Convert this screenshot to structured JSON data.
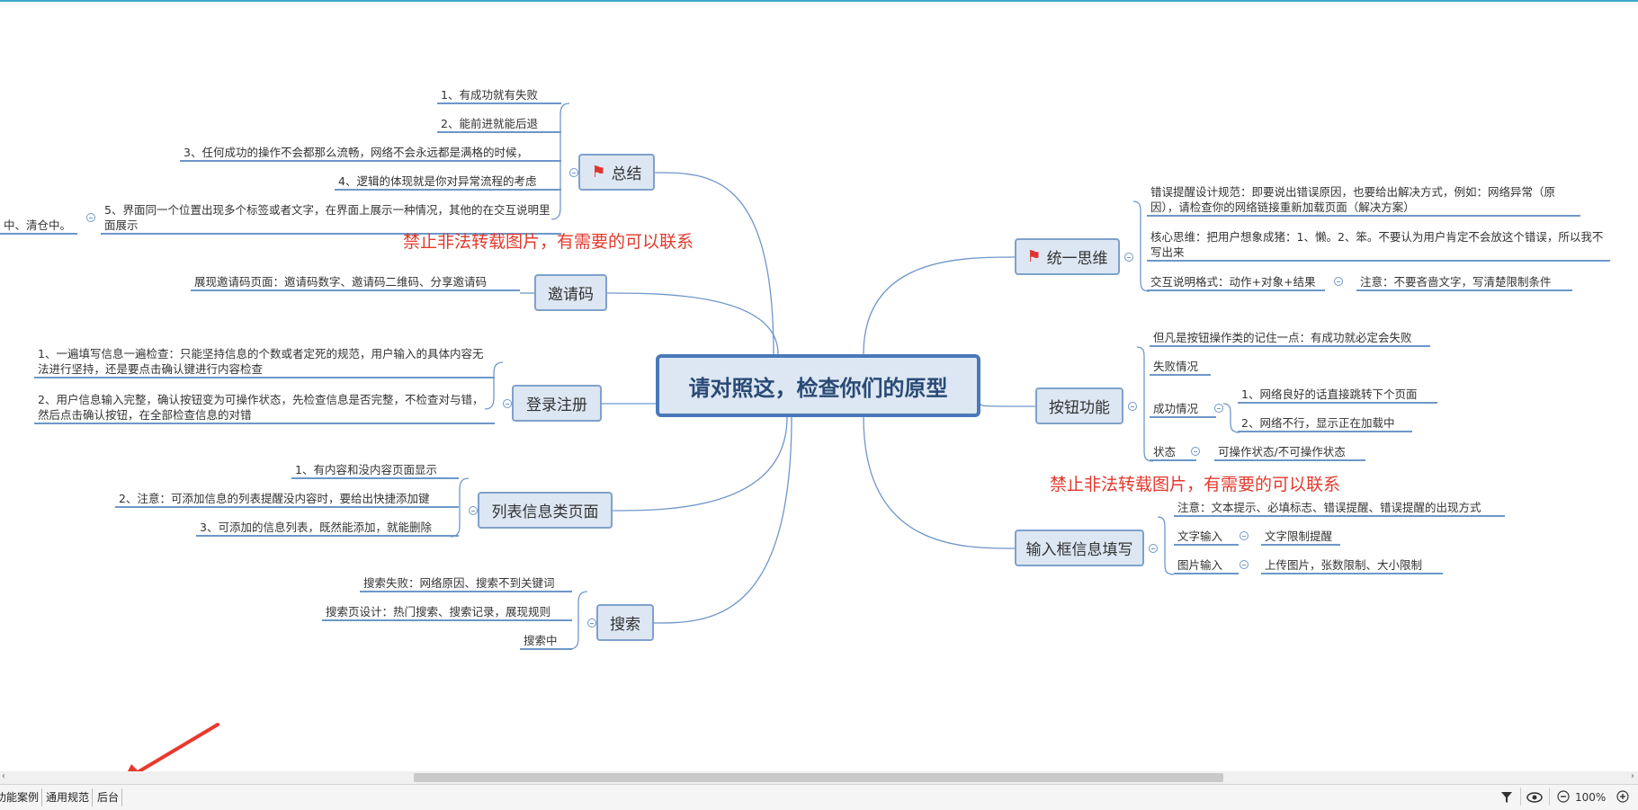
{
  "root": "请对照这，检查你们的原型",
  "watermark": "禁止非法转载图片，有需要的可以联系",
  "left": {
    "summary": {
      "label": "总结",
      "items": [
        "1、有成功就有失败",
        "2、能前进就能后退",
        "3、任何成功的操作不会都那么流畅，网络不会永远都是满格的时候，",
        "4、逻辑的体现就是你对异常流程的考虑",
        "5、界面同一个位置出现多个标签或者文字，在界面上展示一种情况，其他的在交互说明里面展示"
      ],
      "clipped_text": "中、清仓中。"
    },
    "invite": {
      "label": "邀请码",
      "items": [
        "展现邀请码页面：邀请码数字、邀请码二维码、分享邀请码"
      ]
    },
    "login": {
      "label": "登录注册",
      "items": [
        "1、一遍填写信息一遍检查：只能坚持信息的个数或者定死的规范，用户输入的具体内容无法进行坚持，还是要点击确认键进行内容检查",
        "2、用户信息输入完整，确认按钮变为可操作状态，先检查信息是否完整，不检查对与错，然后点击确认按钮，在全部检查信息的对错"
      ]
    },
    "list": {
      "label": "列表信息类页面",
      "items": [
        "1、有内容和没内容页面显示",
        "2、注意：可添加信息的列表提醒没内容时，要给出快捷添加键",
        "3、可添加的信息列表，既然能添加，就能删除"
      ]
    },
    "search": {
      "label": "搜索",
      "items": [
        "搜索失败：网络原因、搜索不到关键词",
        "搜索页设计：热门搜索、搜索记录，展现规则",
        "搜索中"
      ]
    }
  },
  "right": {
    "unify": {
      "label": "统一思维",
      "items": [
        "错误提醒设计规范：即要说出错误原因，也要给出解决方式，例如：网络异常（原因），请检查你的网络链接重新加载页面（解决方案）",
        "核心思维：把用户想象成猪：1、懒。2、笨。不要认为用户肯定不会放这个错误，所以我不写出来",
        "交互说明格式：动作+对象+结果"
      ],
      "note": "注意：不要吝啬文字，写清楚限制条件"
    },
    "button": {
      "label": "按钮功能",
      "items": [
        "但凡是按钮操作类的记住一点：有成功就必定会失败",
        "失败情况",
        "成功情况",
        "状态"
      ],
      "success_sub": [
        "1、网络良好的话直接跳转下个页面",
        "2、网络不行，显示正在加载中"
      ],
      "state_sub": "可操作状态/不可操作状态"
    },
    "input": {
      "label": "输入框信息填写",
      "items": [
        "注意：文本提示、必填标志、错误提醒、错误提醒的出现方式",
        "文字输入",
        "图片输入"
      ],
      "text_sub": "文字限制提醒",
      "image_sub": "上传图片，张数限制、大小限制"
    }
  },
  "sheets": [
    "功能案例",
    "通用规范",
    "后台"
  ],
  "status": {
    "zoom": "100%"
  },
  "icons": {
    "flag": "flag-icon",
    "filter": "filter-icon",
    "eye": "eye-icon",
    "zoom_out": "zoom-out-icon",
    "zoom_in": "zoom-in-icon"
  },
  "colors": {
    "accent": "#4a78b8",
    "line": "#6e97c9",
    "node_fill": "#dde7f3",
    "watermark": "#e23a2e",
    "arrow": "#e8392e"
  }
}
